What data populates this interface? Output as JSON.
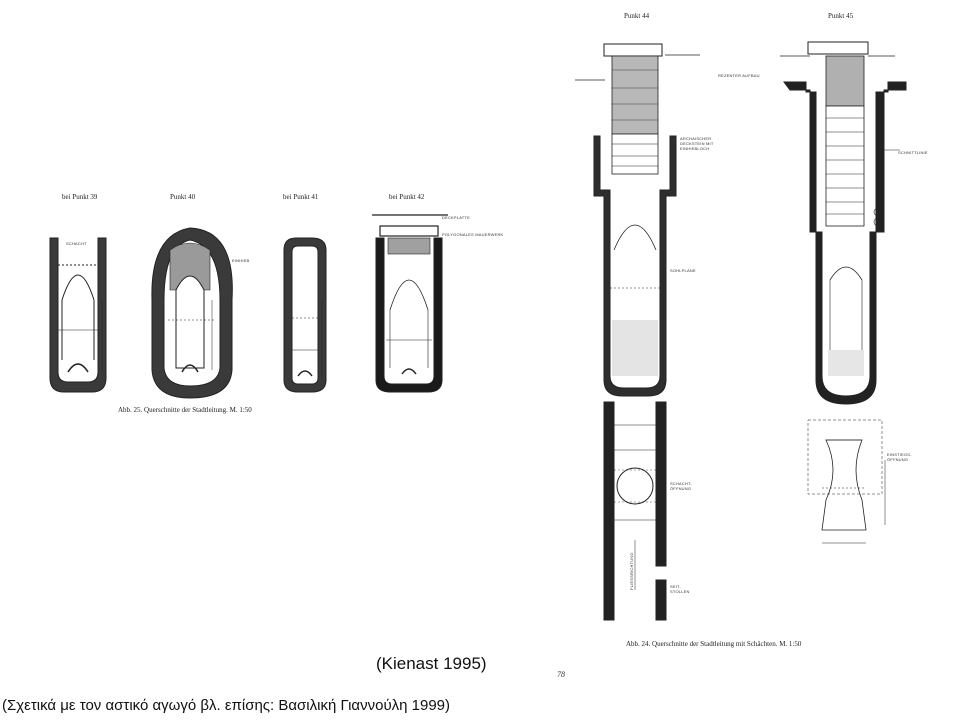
{
  "left_figure": {
    "titles": [
      "bei Punkt 39",
      "Punkt 40",
      "bei Punkt 41",
      "bei Punkt 42"
    ],
    "small_labels": [
      "SCHACHT",
      "EINHIEB",
      "DECKPLATTE",
      "POLYGONALES MAUERWERK"
    ],
    "caption": "Abb. 25. Querschnitte der Stadtleitung. M. 1:50"
  },
  "right_figure": {
    "titles": [
      "Punkt 44",
      "Punkt 45"
    ],
    "small_labels": [
      "REZENTER AUFBAU",
      "ARCHAISCHER DECKSTEIN MIT EINHIEBLOCH",
      "SOHLPLANE",
      "SCHNITTLINIE",
      "SCHACHT-ÖFFNUNG",
      "EINSTIEGS-ÖFFNUNG",
      "FLIESSRICHTUNG",
      "SEIT-STOLLEN"
    ],
    "caption": "Abb. 24. Querschnitte der Stadtleitung mit Schächten. M. 1:50"
  },
  "credit": "(Kienast 1995)",
  "page_number": "78",
  "note": "(Σχετικά με τον αστικό αγωγό βλ. επίσης: Βασιλική Γιαννούλη 1999)"
}
